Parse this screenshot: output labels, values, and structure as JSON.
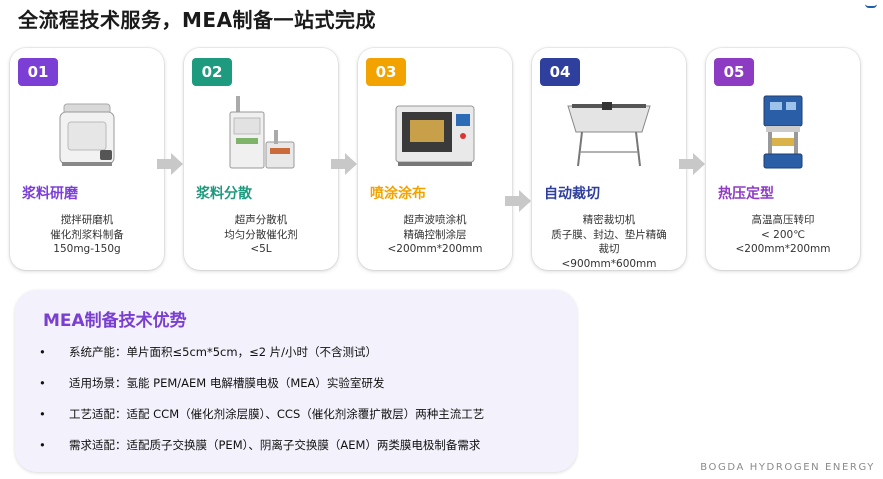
{
  "title": "全流程技术服务，MEA制备一站式完成",
  "brand": "BOGDA HYDROGEN ENERGY",
  "colors": {
    "step1": "#7b3fd6",
    "step2": "#1e9a7e",
    "step3": "#f2a300",
    "step4": "#2f3f9e",
    "step5": "#8e3bc4",
    "advantage_title": "#7a3fd0",
    "arrow": "#c8c8c8"
  },
  "steps": [
    {
      "num": "01",
      "icon": "mill-machine-icon",
      "title": "浆料研磨",
      "lines": [
        "搅拌研磨机",
        "催化剂浆料制备",
        "150mg-150g"
      ]
    },
    {
      "num": "02",
      "icon": "disperser-machine-icon",
      "title": "浆料分散",
      "lines": [
        "超声分散机",
        "均匀分散催化剂",
        "<5L"
      ]
    },
    {
      "num": "03",
      "icon": "spray-coater-icon",
      "title": "喷涂涂布",
      "lines": [
        "超声波喷涂机",
        "精确控制涂层",
        "<200mm*200mm"
      ]
    },
    {
      "num": "04",
      "icon": "cutting-plotter-icon",
      "title": "自动裁切",
      "lines": [
        "精密裁切机",
        "质子膜、封边、垫片精确",
        "裁切",
        "<900mm*600mm"
      ]
    },
    {
      "num": "05",
      "icon": "hot-press-icon",
      "title": "热压定型",
      "lines": [
        "高温高压转印",
        "< 200℃",
        "<200mm*200mm"
      ]
    }
  ],
  "advantages": {
    "title": "MEA制备技术优势",
    "bullet": "•",
    "items": [
      "系统产能：单片面积≤5cm*5cm，≤2 片/小时（不含测试）",
      "适用场景：氢能 PEM/AEM 电解槽膜电极（MEA）实验室研发",
      "工艺适配：适配 CCM（催化剂涂层膜）、CCS（催化剂涂覆扩散层）两种主流工艺",
      "需求适配：适配质子交换膜（PEM）、阴离子交换膜（AEM）两类膜电极制备需求"
    ]
  }
}
